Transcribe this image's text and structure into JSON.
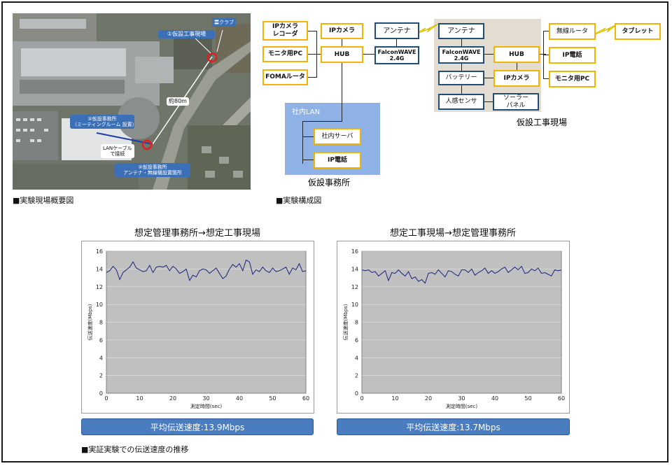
{
  "photo": {
    "caption": "■実験現場概要図",
    "labels": {
      "club": "〓クラブ",
      "site1": "①仮設工事現場",
      "distance": "約80m",
      "office": "②仮設事務所\n（ミーティングルーム 設置）",
      "lan": "LANケーブル\nで接続",
      "office2": "②仮設事務所\nアンテナ・無線機設置箇所"
    }
  },
  "network": {
    "caption": "■実験構成図",
    "office_title": "仮設事務所",
    "site_title": "仮設工事現場",
    "lan_label": "社内LAN",
    "boxes": {
      "ipcam_rec": "IPカメラ\nレコーダ",
      "monitor_pc": "モニタ用PC",
      "foma": "FOMAルータ",
      "ipcam": "IPカメラ",
      "hub": "HUB",
      "antenna_l": "アンテナ",
      "falcon_l": "FalconWAVE\n2.4G",
      "server": "社内サーバ",
      "ipphone_l": "IP電話",
      "antenna_r": "アンテナ",
      "falcon_r": "FalconWAVE\n2.4G",
      "battery": "バッテリー",
      "sensor": "人感センサ",
      "solar": "ソーラー\nパネル",
      "hub_r": "HUB",
      "ipcam_r": "IPカメラ",
      "wireless": "無線ルータ",
      "ipphone_r": "IP電話",
      "monitor_r": "モニタ用PC",
      "tablet": "タブレット"
    }
  },
  "charts_caption": "■実証実験での伝送速度の推移",
  "chart_data": [
    {
      "type": "line",
      "title": "想定管理事務所→想定工事現場",
      "xlabel": "測定時間(sec)",
      "ylabel": "伝送速度(Mbps)",
      "xlim": [
        0,
        60
      ],
      "ylim": [
        0,
        16
      ],
      "xticks": [
        0,
        10,
        20,
        30,
        40,
        50,
        60
      ],
      "yticks": [
        0,
        2,
        4,
        6,
        8,
        10,
        12,
        14,
        16
      ],
      "grid": true,
      "average_label": "平均伝送速度:13.9Mbps",
      "series": [
        {
          "color": "#1a237e",
          "x": [
            0,
            1,
            2,
            3,
            4,
            5,
            6,
            7,
            8,
            9,
            10,
            11,
            12,
            13,
            14,
            15,
            16,
            17,
            18,
            19,
            20,
            21,
            22,
            23,
            24,
            25,
            26,
            27,
            28,
            29,
            30,
            31,
            32,
            33,
            34,
            35,
            36,
            37,
            38,
            39,
            40,
            41,
            42,
            43,
            44,
            45,
            46,
            47,
            48,
            49,
            50,
            51,
            52,
            53,
            54,
            55,
            56,
            57,
            58,
            59,
            60
          ],
          "values": [
            13.6,
            13.8,
            14.3,
            13.9,
            12.8,
            13.6,
            13.9,
            14.2,
            14.8,
            14.1,
            13.9,
            13.7,
            13.8,
            14.4,
            13.6,
            14.2,
            14.3,
            14.2,
            14.4,
            13.8,
            14.3,
            14.0,
            13.5,
            13.7,
            14.0,
            12.7,
            13.3,
            13.1,
            13.8,
            14.0,
            13.9,
            13.5,
            13.8,
            14.1,
            13.5,
            12.9,
            13.2,
            14.0,
            14.5,
            14.2,
            14.6,
            13.8,
            15.0,
            14.8,
            13.4,
            13.9,
            13.7,
            14.2,
            13.8,
            13.6,
            14.1,
            13.7,
            13.8,
            14.0,
            14.2,
            13.4,
            14.1,
            13.9,
            14.6,
            13.7,
            13.8
          ]
        }
      ]
    },
    {
      "type": "line",
      "title": "想定工事現場→想定管理事務所",
      "xlabel": "測定時間(sec)",
      "ylabel": "伝送速度(Mbps)",
      "xlim": [
        0,
        60
      ],
      "ylim": [
        0,
        16
      ],
      "xticks": [
        0,
        10,
        20,
        30,
        40,
        50,
        60
      ],
      "yticks": [
        0,
        2,
        4,
        6,
        8,
        10,
        12,
        14,
        16
      ],
      "grid": true,
      "average_label": "平均伝送速度:13.7Mbps",
      "series": [
        {
          "color": "#1a237e",
          "x": [
            0,
            1,
            2,
            3,
            4,
            5,
            6,
            7,
            8,
            9,
            10,
            11,
            12,
            13,
            14,
            15,
            16,
            17,
            18,
            19,
            20,
            21,
            22,
            23,
            24,
            25,
            26,
            27,
            28,
            29,
            30,
            31,
            32,
            33,
            34,
            35,
            36,
            37,
            38,
            39,
            40,
            41,
            42,
            43,
            44,
            45,
            46,
            47,
            48,
            49,
            50,
            51,
            52,
            53,
            54,
            55,
            56,
            57,
            58,
            59,
            60
          ],
          "values": [
            13.9,
            13.8,
            13.9,
            13.6,
            13.7,
            13.2,
            13.5,
            13.8,
            12.7,
            13.6,
            13.5,
            13.9,
            13.5,
            13.2,
            13.7,
            12.9,
            13.1,
            12.6,
            12.8,
            12.4,
            13.5,
            13.6,
            13.4,
            13.9,
            13.5,
            13.1,
            13.8,
            13.7,
            13.4,
            13.2,
            13.9,
            13.9,
            13.6,
            14.0,
            13.3,
            13.6,
            13.8,
            14.1,
            13.5,
            13.8,
            13.5,
            13.7,
            14.0,
            14.2,
            13.6,
            13.9,
            14.2,
            13.9,
            14.3,
            13.5,
            13.6,
            14.0,
            13.8,
            14.1,
            13.5,
            13.6,
            13.4,
            13.2,
            13.9,
            13.8,
            13.9
          ]
        }
      ]
    }
  ]
}
